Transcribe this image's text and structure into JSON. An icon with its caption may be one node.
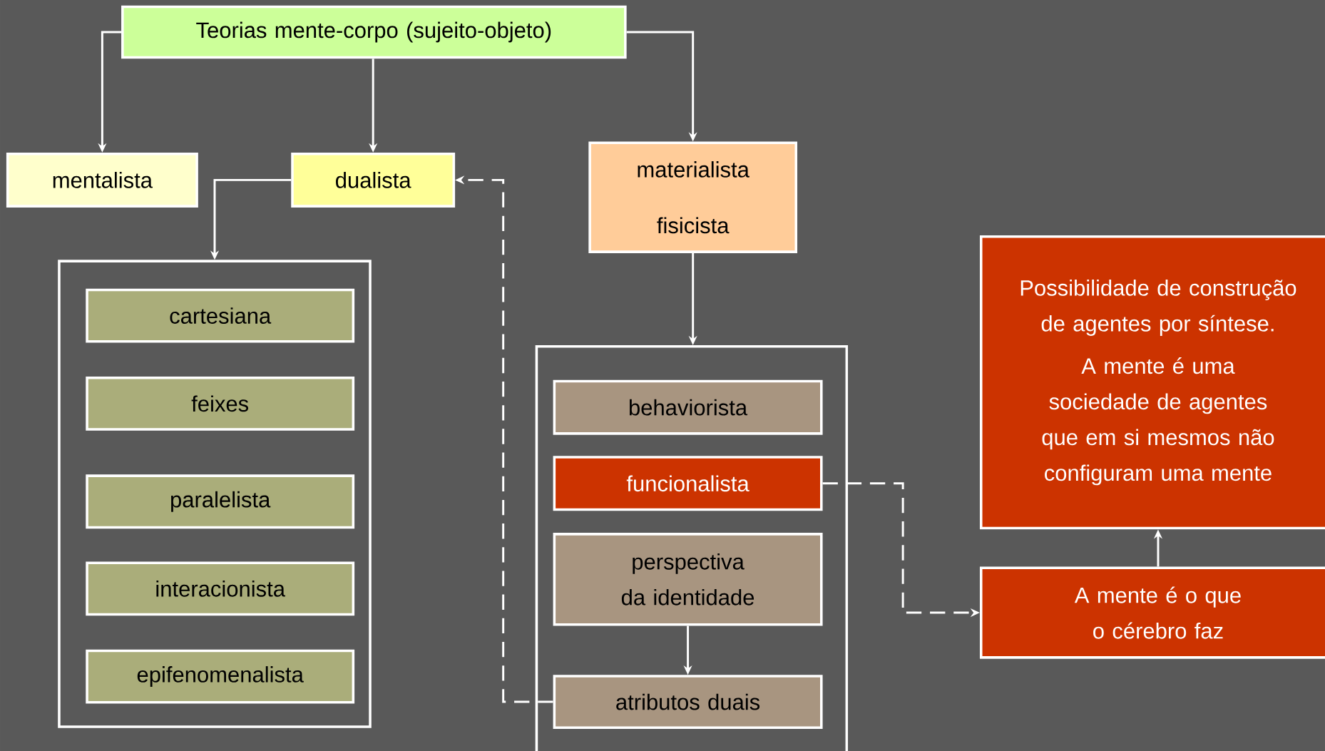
{
  "diagram": {
    "nodes": [
      {
        "text": [
          "Teorias mente-corpo (sujeito-objeto)"
        ]
      },
      {
        "text": [
          "mentalista"
        ]
      },
      {
        "text": [
          "dualista"
        ]
      },
      {
        "text": [
          "materialista",
          "fisicista"
        ]
      },
      {
        "text": [],
        "shape": "box"
      },
      {
        "text": [
          "cartesiana"
        ],
        "in": 4
      },
      {
        "text": [
          "feixes"
        ],
        "in": 4
      },
      {
        "text": [
          "paralelista"
        ],
        "in": 4
      },
      {
        "text": [
          "interacionista"
        ],
        "in": 4
      },
      {
        "text": [
          "epifenomenalista"
        ],
        "in": 4
      },
      {
        "text": [],
        "shape": "box"
      },
      {
        "text": [
          "behaviorista"
        ],
        "in": 10
      },
      {
        "text": [
          "funcionalista"
        ],
        "in": 10
      },
      {
        "text": [
          "perspectiva da identidade"
        ],
        "in": 10
      },
      {
        "text": [
          "atributos duais"
        ],
        "in": 10
      },
      {
        "text": [
          "Possibilidade de construção de agentes por síntese.",
          "A mente é uma sociedade de agentes que em si mesmos não configuram uma mente"
        ]
      },
      {
        "text": [
          "A mente é o que o cérebro faz"
        ]
      }
    ],
    "edges": [
      {
        "from": 0,
        "to": 1,
        "arrow": "to"
      },
      {
        "from": 0,
        "to": 2,
        "arrow": "to"
      },
      {
        "from": 0,
        "to": 3,
        "arrow": "to"
      },
      {
        "from": 2,
        "to": 4,
        "arrow": "to"
      },
      {
        "from": 3,
        "to": 10,
        "arrow": "to"
      },
      {
        "from": 13,
        "to": 14,
        "arrow": "to"
      },
      {
        "from": 14,
        "to": 2,
        "arrow": "to",
        "style": "dashed"
      },
      {
        "from": 12,
        "to": 16,
        "arrow": "to",
        "style": "dashed"
      },
      {
        "from": 16,
        "to": 15,
        "arrow": "to"
      }
    ]
  }
}
